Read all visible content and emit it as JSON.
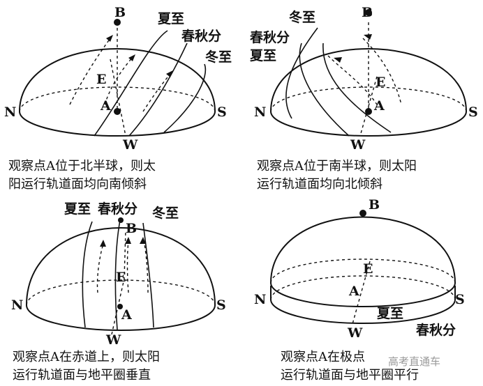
{
  "panels": [
    {
      "point_labels": {
        "B": "B",
        "E": "E",
        "A": "A",
        "N": "N",
        "S": "S",
        "W": "W"
      },
      "season_labels": {
        "summer": "夏至",
        "equinox": "春秋分",
        "winter": "冬至"
      },
      "caption": [
        "观察点A位于北半球，则太",
        "阳运行轨道面均向南倾斜"
      ]
    },
    {
      "point_labels": {
        "B": "B",
        "E": "E",
        "A": "A",
        "N": "N",
        "S": "S",
        "W": "W"
      },
      "season_labels": {
        "winter": "冬至",
        "equinox": "春秋分",
        "summer": "夏至"
      },
      "caption": [
        "观察点A位于南半球，则太阳",
        "运行轨道面均向北倾斜"
      ]
    },
    {
      "point_labels": {
        "B": "B",
        "E": "E",
        "A": "A",
        "N": "N",
        "S": "S",
        "W": "W"
      },
      "season_labels": {
        "summer": "夏至",
        "equinox": "春秋分",
        "winter": "冬至"
      },
      "caption": [
        "观察点A在赤道上，则太阳",
        "运行轨道面与地平圈垂直"
      ]
    },
    {
      "point_labels": {
        "B": "B",
        "E": "E",
        "A": "A",
        "N": "N",
        "S": "S",
        "W": "W"
      },
      "season_labels": {
        "summer": "夏至",
        "equinox": "春秋分"
      },
      "caption": [
        "观察点A在极点",
        "运行轨道面与地平圈平行"
      ]
    }
  ],
  "watermark": "高考直通车"
}
